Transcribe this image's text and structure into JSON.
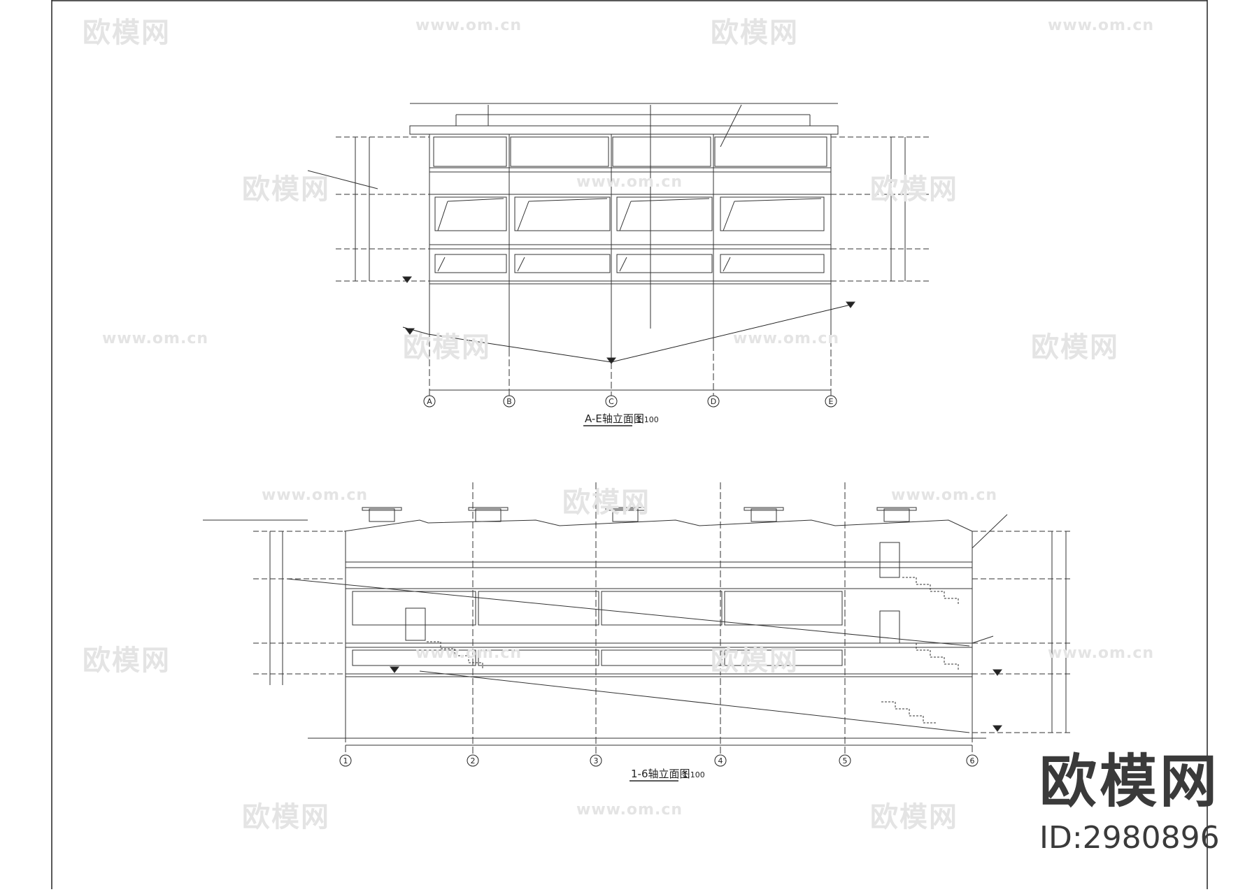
{
  "watermark": {
    "brand": "欧模网",
    "url": "www.om.cn"
  },
  "brand_id": "ID:2980896",
  "elevation_ae": {
    "title": "A-E轴立面图",
    "scale": "1:100",
    "axes": [
      "A",
      "B",
      "C",
      "D",
      "E"
    ]
  },
  "elevation_16": {
    "title": "1-6轴立面图",
    "scale": "1:100",
    "axes": [
      "1",
      "2",
      "3",
      "4",
      "5",
      "6"
    ]
  }
}
